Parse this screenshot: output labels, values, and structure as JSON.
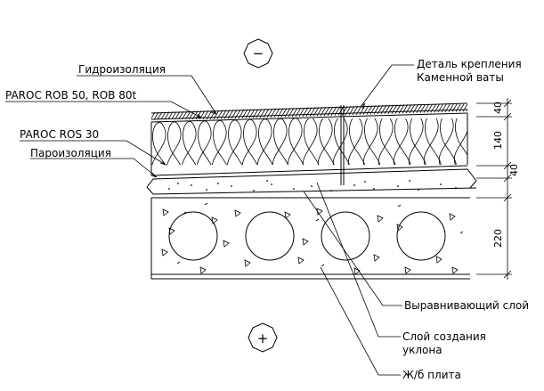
{
  "labels": {
    "hydro": "Гидроизоляция",
    "rob": "PAROC ROB 50, ROB 80t",
    "ros": "PAROC ROS 30",
    "vapor": "Пароизоляция",
    "fastener_1": "Деталь крепления",
    "fastener_2": "Каменной ваты",
    "leveling": "Выравнивающий слой",
    "slope_1": "Слой создания",
    "slope_2": "уклона",
    "slab": "Ж/б плита"
  },
  "dimensions": {
    "top_layer": "40",
    "middle_layer": "140",
    "bottom_layer": "40",
    "slab": "220"
  },
  "symbols": {
    "minus": "−",
    "plus": "+"
  }
}
